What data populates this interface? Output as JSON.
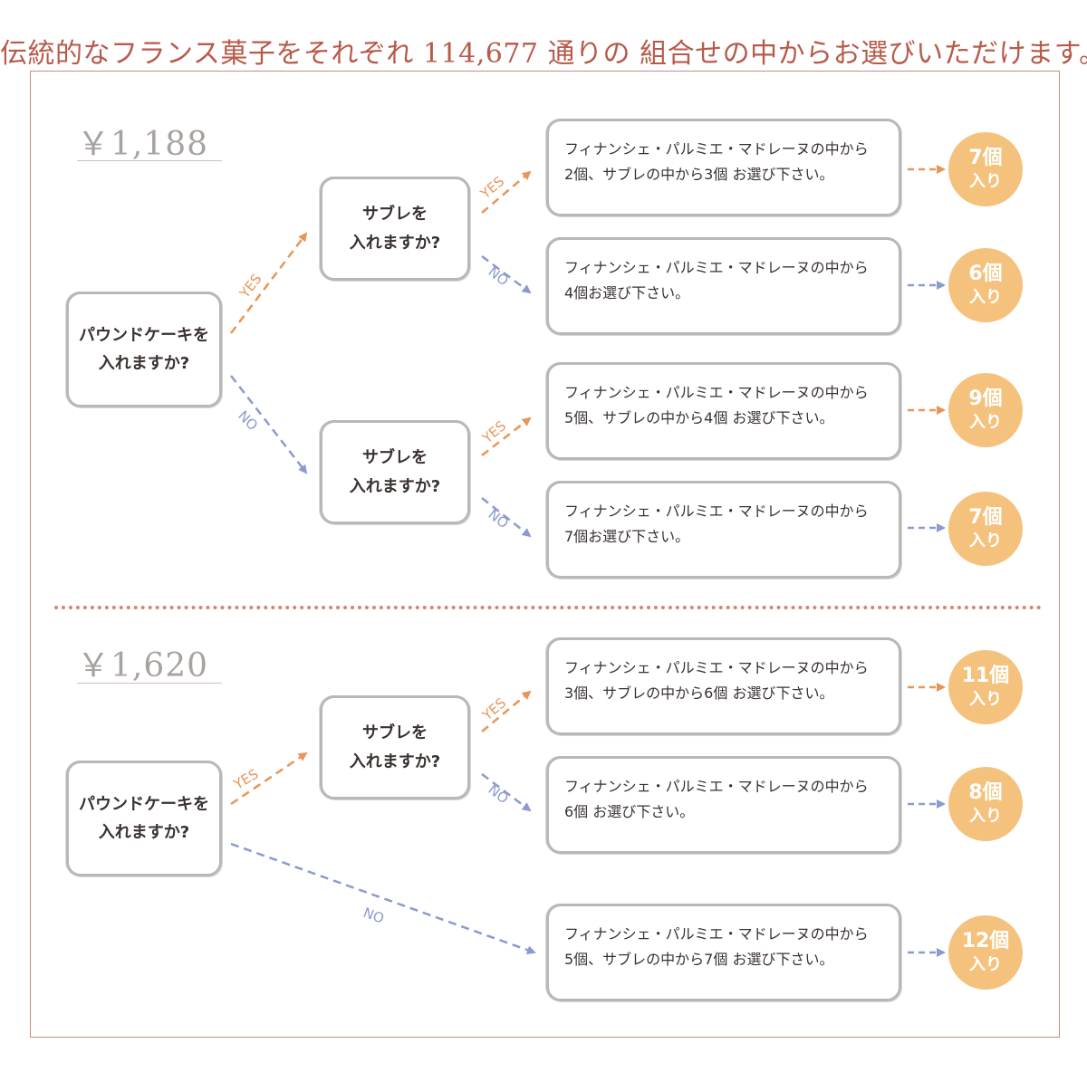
{
  "title": "伝統的なフランス菓子をそれぞれ 114,677 通りの 組合せの中からお選びいただけます。",
  "colors": {
    "yes": "#e8955a",
    "no": "#8c9acf",
    "circle": "#f5c27d",
    "title": "#b85a4a"
  },
  "sections": [
    {
      "price": "￥1,188",
      "root": "パウンドケーキを\n入れますか?",
      "sable_yes_question": "サブレを\n入れますか?",
      "sable_no_question": "サブレを\n入れますか?",
      "yes_label": "YES",
      "no_label": "NO",
      "outcomes": [
        {
          "text": "フィナンシェ・パルミエ・マドレーヌの中から\n2個、サブレの中から3個 お選び下さい。",
          "count": "7個",
          "suffix": "入り"
        },
        {
          "text": "フィナンシェ・パルミエ・マドレーヌの中から\n4個お選び下さい。",
          "count": "6個",
          "suffix": "入り"
        },
        {
          "text": "フィナンシェ・パルミエ・マドレーヌの中から\n5個、サブレの中から4個 お選び下さい。",
          "count": "9個",
          "suffix": "入り"
        },
        {
          "text": "フィナンシェ・パルミエ・マドレーヌの中から\n7個お選び下さい。",
          "count": "7個",
          "suffix": "入り"
        }
      ]
    },
    {
      "price": "￥1,620",
      "root": "パウンドケーキを\n入れますか?",
      "sable_question": "サブレを\n入れますか?",
      "yes_label": "YES",
      "no_label": "NO",
      "outcomes": [
        {
          "text": "フィナンシェ・パルミエ・マドレーヌの中から\n3個、サブレの中から6個 お選び下さい。",
          "count": "11個",
          "suffix": "入り"
        },
        {
          "text": "フィナンシェ・パルミエ・マドレーヌの中から\n6個 お選び下さい。",
          "count": "8個",
          "suffix": "入り"
        },
        {
          "text": "フィナンシェ・パルミエ・マドレーヌの中から\n5個、サブレの中から7個 お選び下さい。",
          "count": "12個",
          "suffix": "入り"
        }
      ]
    }
  ]
}
